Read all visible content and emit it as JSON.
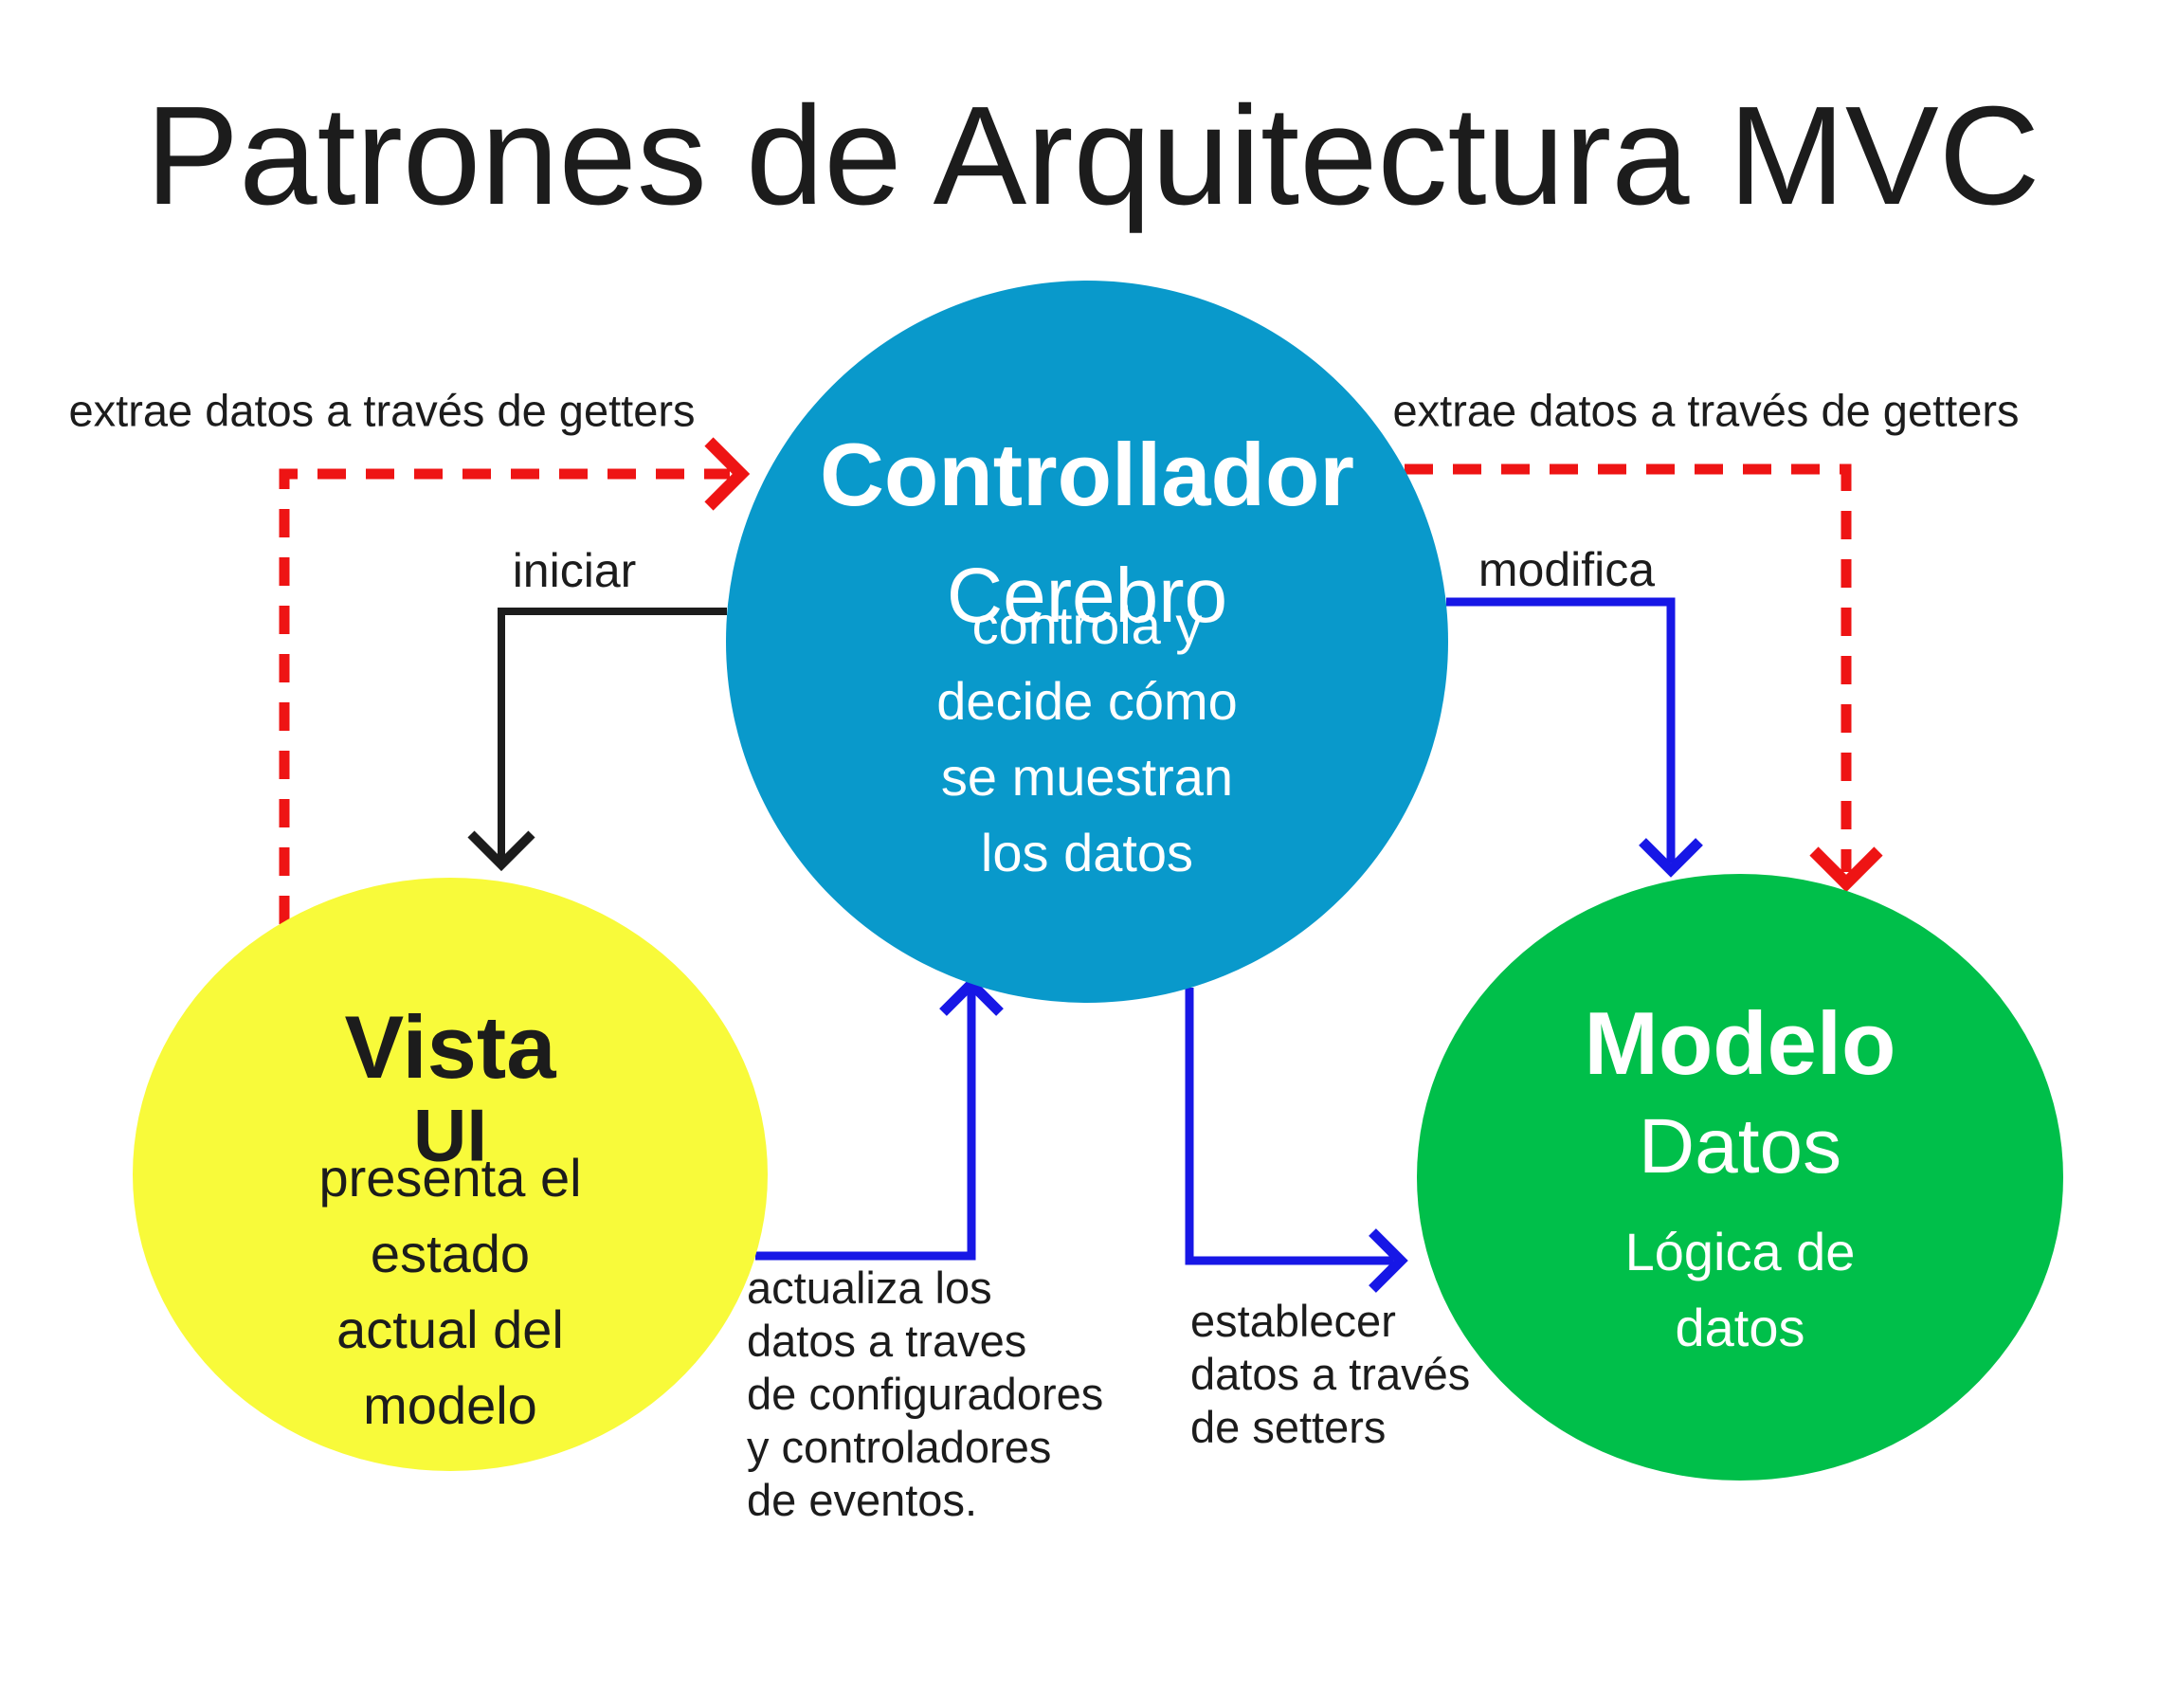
{
  "title": "Patrones de Arquitectura MVC",
  "colors": {
    "background": "#ffffff",
    "controller_fill": "#0999cb",
    "view_fill": "#f8fa3a",
    "model_fill": "#00bf4a",
    "arrow_blue": "#1717e6",
    "arrow_red": "#ee1414",
    "arrow_black": "#1c1c1c",
    "text_dark": "#1c1c1c",
    "text_light": "#ffffff"
  },
  "nodes": {
    "controller": {
      "title": "Controllador",
      "subtitle": "Cerebro",
      "description_lines": [
        "controla y decide cómo",
        "se muestran los datos"
      ]
    },
    "view": {
      "title": "Vista",
      "subtitle": "UI",
      "description_lines": [
        "presenta el estado",
        "actual del modelo"
      ]
    },
    "model": {
      "title": "Modelo",
      "subtitle": "Datos",
      "description_lines": [
        "Lógica de datos"
      ]
    }
  },
  "edges": {
    "extract_left": {
      "label": "extrae datos a través de getters"
    },
    "extract_right": {
      "label": "extrae datos a través de getters"
    },
    "iniciar": {
      "label": "iniciar"
    },
    "modifica": {
      "label": "modifica"
    },
    "actualiza": {
      "label_lines": [
        "actualiza los",
        "datos a traves",
        "de configuradores",
        "y controladores",
        "de eventos."
      ]
    },
    "establecer": {
      "label_lines": [
        "establecer",
        "datos a través",
        "de setters"
      ]
    }
  }
}
